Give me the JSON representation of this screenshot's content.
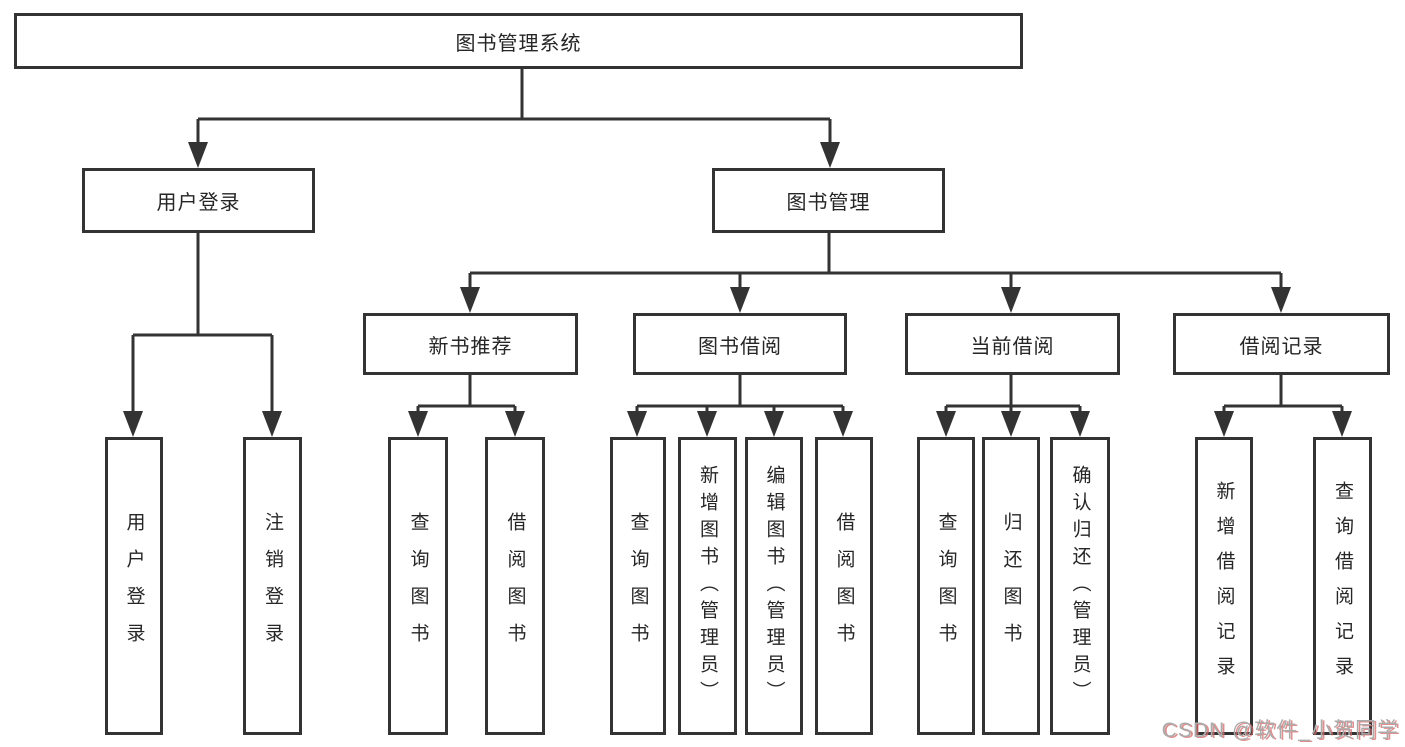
{
  "tree": {
    "root": "图书管理系统",
    "children": [
      {
        "label": "用户登录",
        "children": [
          {
            "label": "用户登录"
          },
          {
            "label": "注销登录"
          }
        ]
      },
      {
        "label": "图书管理",
        "children": [
          {
            "label": "新书推荐",
            "children": [
              {
                "label": "查询图书"
              },
              {
                "label": "借阅图书"
              }
            ]
          },
          {
            "label": "图书借阅",
            "children": [
              {
                "label": "查询图书"
              },
              {
                "label": "新增图书（管理员）"
              },
              {
                "label": "编辑图书（管理员）"
              },
              {
                "label": "借阅图书"
              }
            ]
          },
          {
            "label": "当前借阅",
            "children": [
              {
                "label": "查询图书"
              },
              {
                "label": "归还图书"
              },
              {
                "label": "确认归还（管理员）"
              }
            ]
          },
          {
            "label": "借阅记录",
            "children": [
              {
                "label": "新增借阅记录"
              },
              {
                "label": "查询借阅记录"
              }
            ]
          }
        ]
      }
    ]
  },
  "watermark": {
    "text": "CSDN @软件_小贺同学"
  },
  "colors": {
    "line": "#333333",
    "text": "#262626",
    "background": "#ffffff",
    "watermark_gray": "#ababab",
    "watermark_shadow": "#d66a6a"
  }
}
